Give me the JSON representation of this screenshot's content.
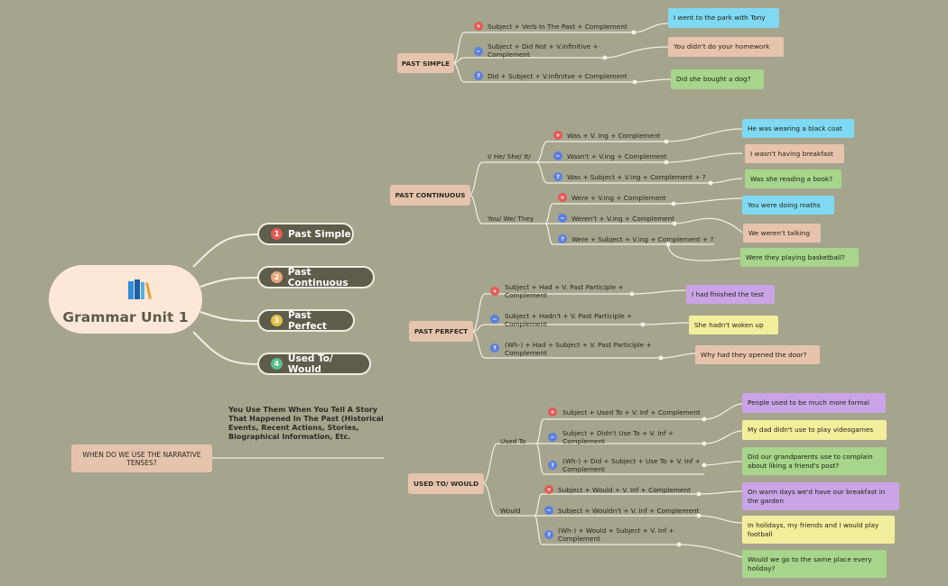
{
  "central": {
    "title": "Grammar Unit 1",
    "icon": "books-icon"
  },
  "main_topics": [
    {
      "num": "1",
      "label": "Past Simple",
      "color": "#e25a55"
    },
    {
      "num": "2",
      "label": "Past Continuous",
      "color": "#e8a77e"
    },
    {
      "num": "3",
      "label": "Past Perfect",
      "color": "#e2c24a"
    },
    {
      "num": "4",
      "label": "Used To/ Would",
      "color": "#56c08a"
    }
  ],
  "question": {
    "label": "WHEN DO WE USE THE NARRATIVE TENSES?",
    "answer": "You Use Them When You Tell A Story That Happened In The Past (Historical Events, Recent Actions, Stories, Biographical Information, Etc."
  },
  "past_simple": {
    "label": "PAST SIMPLE",
    "formulas": [
      "Subject + Verb In The Past + Complement",
      "Subject + Did Not + V.infinitive + Complement",
      "Did + Subject + V.infinitve + Complement"
    ],
    "examples": [
      "I went to the park with Tony",
      "You didn't do your homework",
      "Did she bought a dog?"
    ]
  },
  "past_continuous": {
    "label": "PAST CONTINUOUS",
    "group1": "I/ He/ She/ It/",
    "group2": "You/ We/ They",
    "formulas": [
      "Was + V. Ing + Complement",
      "Wasn't + V.ing + Complement",
      "Was + Subject + V.ing + Complement + ?",
      "Were + V.ing + Complement",
      "Weren't + V.ing + Complement",
      "Were + Subject + V.ing + Complement + ?"
    ],
    "examples": [
      "He was wearing a black coat",
      "I wasn't having breakfast",
      "Was she reading a book?",
      "You were doing maths",
      "We weren't talking",
      "Were they playing basketball?"
    ]
  },
  "past_perfect": {
    "label": "PAST PERFECT",
    "formulas": [
      "Subject + Had + V. Past Participle + Complement",
      "Subject + Hadn't + V. Past Participle + Complement",
      "(Wh-) + Had + Subject + V. Past Participle + Complement"
    ],
    "examples": [
      "I had finished the test",
      "She hadn't woken up",
      "Why had they opened the door?"
    ]
  },
  "used_to": {
    "label": "USED TO/ WOULD",
    "group1": "Used To",
    "group2": "Would",
    "formulas": [
      "Subject + Used To + V. Inf + Complement",
      "Subject + Didn't Use To + V. Inf + Complement",
      "(Wh-) + Did + Subject + Use To + V. Inf + Complement",
      "Subject + Would + V. Inf + Complement",
      "Subject + Wouldn't + V. Inf + Complement",
      "(Wh-) + Would + Subject + V. Inf + Complement"
    ],
    "examples": [
      "People used to be much more formal",
      "My dad didn't use to play videogames",
      "Did our grandparents use to complain about liking a friend's post?",
      "On warm days we'd have our breakfast in the garden",
      "In holidays, my friends and I would play football",
      "Would we go to the same place every holiday?"
    ]
  },
  "icons": {
    "plus": "+",
    "minus": "−",
    "question": "?",
    "plus_color": "#e25a55",
    "minus_color": "#5b7fe0",
    "question_color": "#5b7fe0"
  }
}
